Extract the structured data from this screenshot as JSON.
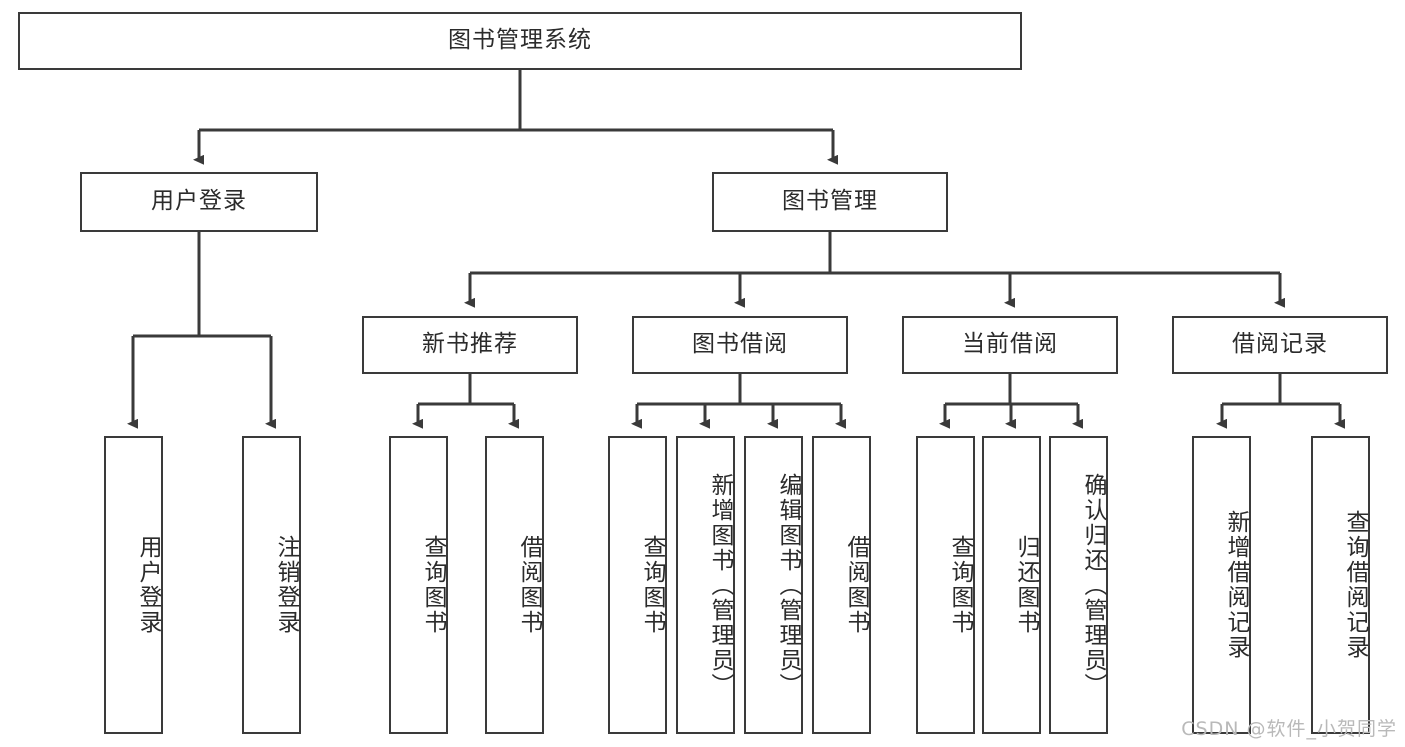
{
  "diagram": {
    "title": "图书管理系统",
    "type": "tree-hierarchy",
    "root": {
      "id": "root",
      "label": "图书管理系统"
    },
    "level2": [
      {
        "id": "user-login",
        "label": "用户登录"
      },
      {
        "id": "book-manage",
        "label": "图书管理"
      }
    ],
    "level3": [
      {
        "id": "new-book-rec",
        "label": "新书推荐"
      },
      {
        "id": "book-borrow",
        "label": "图书借阅"
      },
      {
        "id": "current-borrow",
        "label": "当前借阅"
      },
      {
        "id": "borrow-record",
        "label": "借阅记录"
      }
    ],
    "leaves": {
      "user_login": [
        {
          "id": "leaf-user-login",
          "label": "用户登录"
        },
        {
          "id": "leaf-logout-login",
          "label": "注销登录"
        }
      ],
      "new_book_rec": [
        {
          "id": "leaf-query-book-1",
          "label": "查询图书"
        },
        {
          "id": "leaf-borrow-book-1",
          "label": "借阅图书"
        }
      ],
      "book_borrow": [
        {
          "id": "leaf-query-book-2",
          "label": "查询图书"
        },
        {
          "id": "leaf-add-book",
          "label": "新增图书（管理员）"
        },
        {
          "id": "leaf-edit-book",
          "label": "编辑图书（管理员）"
        },
        {
          "id": "leaf-borrow-book-2",
          "label": "借阅图书"
        }
      ],
      "current_borrow": [
        {
          "id": "leaf-query-book-3",
          "label": "查询图书"
        },
        {
          "id": "leaf-return-book",
          "label": "归还图书"
        },
        {
          "id": "leaf-confirm-return",
          "label": "确认归还（管理员）"
        }
      ],
      "borrow_record": [
        {
          "id": "leaf-add-record",
          "label": "新增借阅记录"
        },
        {
          "id": "leaf-query-record",
          "label": "查询借阅记录"
        }
      ]
    }
  },
  "watermark": {
    "text": "CSDN @软件_小贺同学"
  },
  "colors": {
    "stroke": "#3a3a3a",
    "text": "#2b2b2b",
    "background": "#ffffff",
    "watermark": "#b9b9b9"
  }
}
